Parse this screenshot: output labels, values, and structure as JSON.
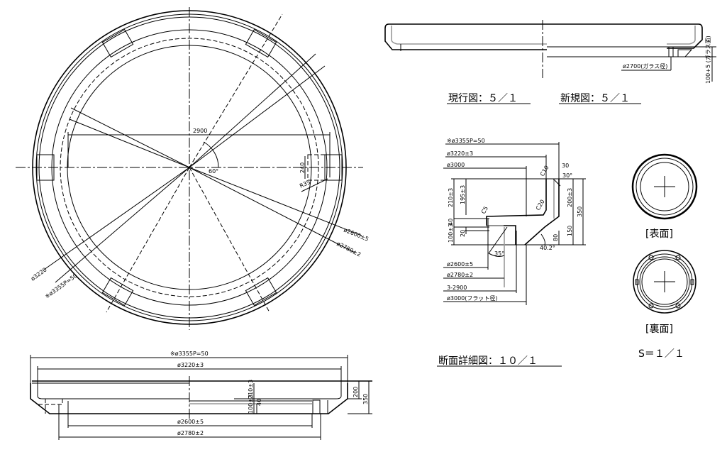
{
  "top_view": {
    "dim_2900": "2900",
    "angle_60": "60°",
    "dim_240": "240",
    "r35": "R35",
    "d2600": "ø2600±5",
    "d2780": "ø2780±2",
    "d3220": "ø3220",
    "d3355": "※ø3355P=50"
  },
  "elevation": {
    "glass_dia": "ø2700(ガラス径)",
    "glass_height": "100+5 (ガラス面)",
    "current_title": "現行図：５／１",
    "new_title": "新規図：５／１"
  },
  "section": {
    "title": "断面詳細図：１０／１",
    "d3355": "※ø3355P=50",
    "d3220": "ø3220±3",
    "d3000": "ø3000",
    "c10": "C10",
    "c20": "C20",
    "c5": "C5",
    "dim_30": "30",
    "angle_30": "30°",
    "dim_210": "210±3",
    "dim_195": "195±3",
    "dim_200": "200±3",
    "dim_350": "350",
    "dim_40": "40",
    "dim_100": "100±3",
    "dim_20": "20",
    "dim_150": "150",
    "dim_80": "80",
    "angle_35": "35°",
    "angle_40": "40.2°",
    "d2600": "ø2600±5",
    "d2780": "ø2780±2",
    "d2900": "3-2900",
    "d3000_flat": "ø3000(フラット径)"
  },
  "side_view": {
    "d3355": "※ø3355P=50",
    "d3220": "ø3220±3",
    "d2600": "ø2600±5",
    "d2780": "ø2780±2",
    "dim_200": "200",
    "dim_350": "350",
    "dim_210": "210±3",
    "dim_100": "100±3",
    "dim_40": "40"
  },
  "thumbnails": {
    "front_label": "[表面]",
    "back_label": "[裏面]",
    "scale": "S＝１／１"
  }
}
